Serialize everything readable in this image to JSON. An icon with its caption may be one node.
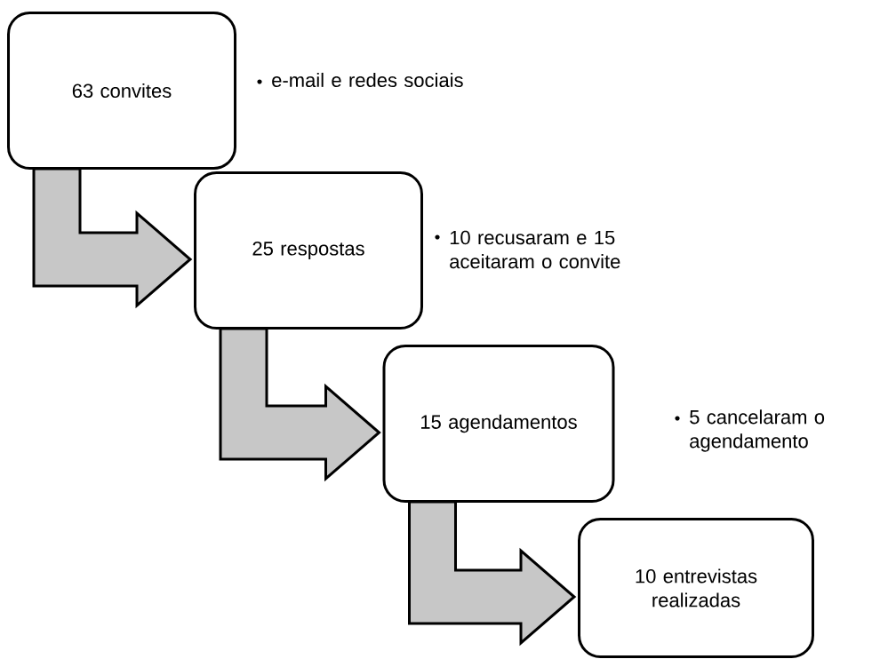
{
  "diagram": {
    "nodes": [
      {
        "text": [
          "63 convites"
        ],
        "beside": [
          "e-mail e redes sociais"
        ]
      },
      {
        "text": [
          "25 respostas"
        ],
        "beside": [
          "10 recusaram e 15 aceitaram o convite"
        ]
      },
      {
        "text": [
          "15 agendamentos"
        ],
        "beside": [
          "5 cancelaram o agendamento"
        ]
      },
      {
        "text": [
          "10 entrevistas realizadas"
        ]
      }
    ],
    "edges": [
      {
        "from": 0,
        "to": 1,
        "arrow": "to"
      },
      {
        "from": 1,
        "to": 2,
        "arrow": "to"
      },
      {
        "from": 2,
        "to": 3,
        "arrow": "to"
      }
    ]
  }
}
